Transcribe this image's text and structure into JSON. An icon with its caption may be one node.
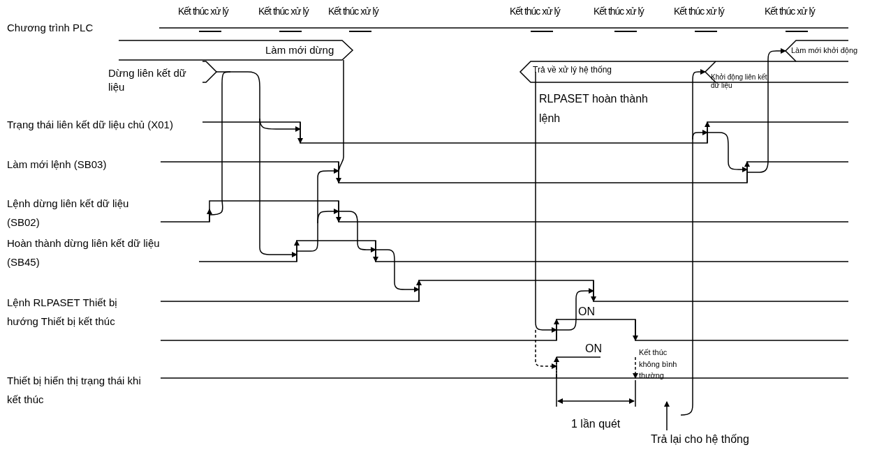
{
  "diagram": {
    "labels": [
      "Kết thúc xử lý",
      "Kết thúc xử lý",
      "Kết thúc xử lý",
      "Kết thúc xử lý",
      "Kết thúc xử lý",
      "Kết thúc xử lý",
      "Kết thúc xử lý",
      "Chương trình PLC",
      "Làm mới dừng",
      "Làm mới khởi động",
      "Trả về xử lý hệ thống",
      "Dừng liên kết dữ liệu",
      "Khởi động liên kết dữ liệu",
      "RLPASET hoàn thành lệnh",
      "Trạng thái liên kết dữ liệu chủ (X01)",
      "Làm mới lệnh (SB03)",
      "Lệnh dừng liên kết dữ liệu (SB02)",
      "Hoàn thành dừng liên kết dữ liệu (SB45)",
      "Lệnh RLPASET Thiết bị hướng Thiết bị kết thúc",
      "ON",
      "ON",
      "Kết thúc không bình thường",
      "Thiết bị hiển thị trạng thái khi kết thúc",
      "1 lần quét",
      "Trả lại cho hệ thống"
    ]
  }
}
